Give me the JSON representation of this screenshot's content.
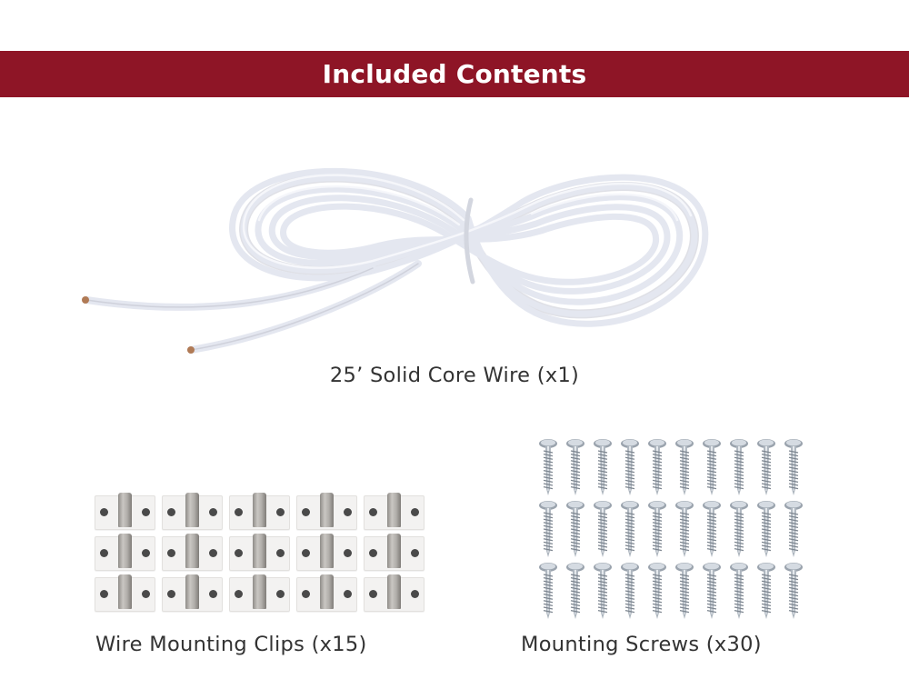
{
  "header": {
    "title": "Included Contents"
  },
  "items": {
    "wire": {
      "caption": "25’ Solid Core Wire (x1)"
    },
    "clips": {
      "caption": "Wire Mounting Clips (x15)",
      "count": 15
    },
    "screws": {
      "caption": "Mounting Screws (x30)",
      "count": 30
    }
  },
  "colors": {
    "banner": "#8e1526",
    "banner_text": "#ffffff",
    "caption_text": "#333333"
  }
}
